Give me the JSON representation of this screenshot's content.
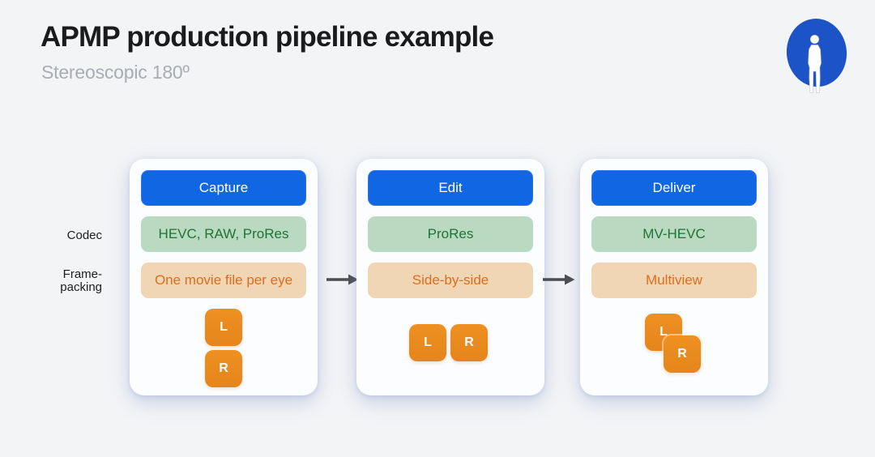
{
  "slide": {
    "title": "APMP production pipeline example",
    "subtitle": "Stereoscopic 180º"
  },
  "row_labels": {
    "codec": "Codec",
    "frame_packing_line1": "Frame-",
    "frame_packing_line2": "packing"
  },
  "stages": [
    {
      "title": "Capture",
      "codec": "HEVC, RAW, ProRes",
      "frame_packing": "One movie file per eye",
      "eye_arrangement": "stacked-vertical",
      "eyes": {
        "left": "L",
        "right": "R"
      }
    },
    {
      "title": "Edit",
      "codec": "ProRes",
      "frame_packing": "Side-by-side",
      "eye_arrangement": "side-by-side",
      "eyes": {
        "left": "L",
        "right": "R"
      }
    },
    {
      "title": "Deliver",
      "codec": "MV-HEVC",
      "frame_packing": "Multiview",
      "eye_arrangement": "overlapping",
      "eyes": {
        "left": "L",
        "right": "R"
      }
    }
  ],
  "icons": {
    "logo": "person-in-blue-sphere",
    "arrow": "right-arrow"
  },
  "colors": {
    "slide_background": "#f3f4f6",
    "card_background": "#fcfdff",
    "stage_header_blue": "#1166e3",
    "codec_bg_green": "#b9d9c0",
    "codec_text_green": "#1f7434",
    "packing_bg_tan": "#f1d6b6",
    "packing_text_orange": "#dc6e1b",
    "eye_tile_orange": "#e8891e",
    "sphere_blue": "#1c54c8",
    "arrow_gray": "#4a4c50",
    "title_text": "#1b1b1d",
    "subtitle_text": "#a9adb3"
  }
}
